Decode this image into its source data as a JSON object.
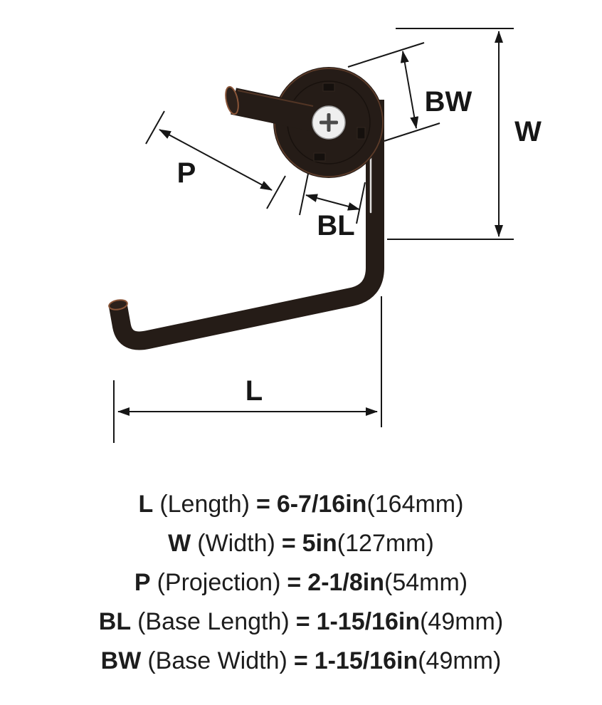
{
  "colors": {
    "background": "#ffffff",
    "line": "#161616",
    "product_dark": "#251c17",
    "bronze_rim": "#8a5538",
    "screw_face": "#efefef",
    "text": "#1d1d1d"
  },
  "diagram": {
    "labels": {
      "length": "L",
      "width": "W",
      "projection": "P",
      "base_length": "BL",
      "base_width": "BW"
    }
  },
  "specs": {
    "rows": [
      {
        "key": "L",
        "label": "(Length)",
        "equals": "=",
        "value": "6-7/16in",
        "metric": "(164mm)"
      },
      {
        "key": "W",
        "label": "(Width)",
        "equals": "=",
        "value": "5in",
        "metric": "(127mm)"
      },
      {
        "key": "P",
        "label": "(Projection)",
        "equals": "=",
        "value": "2-1/8in",
        "metric": "(54mm)"
      },
      {
        "key": "BL",
        "label": "(Base Length)",
        "equals": "=",
        "value": "1-15/16in",
        "metric": "(49mm)"
      },
      {
        "key": "BW",
        "label": "(Base Width)",
        "equals": "=",
        "value": "1-15/16in",
        "metric": "(49mm)"
      }
    ]
  }
}
